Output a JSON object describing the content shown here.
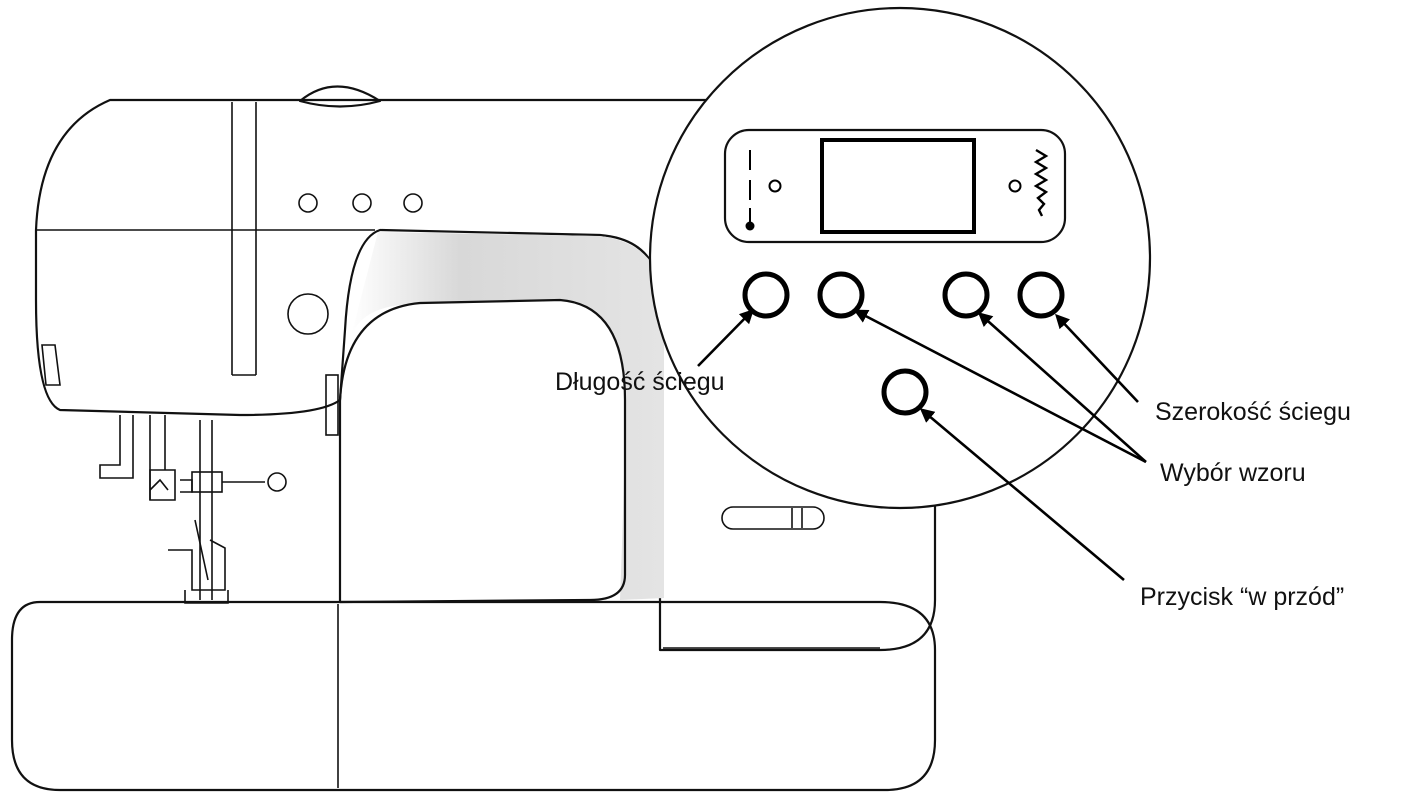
{
  "labels": {
    "stitch_length": "Długość ściegu",
    "stitch_width": "Szerokość ściegu",
    "pattern_select": "Wybór wzoru",
    "forward_button": "Przycisk “w przód”"
  },
  "colors": {
    "outline": "#111111",
    "arm_shade": "#d9d9d9",
    "background": "#ffffff"
  }
}
